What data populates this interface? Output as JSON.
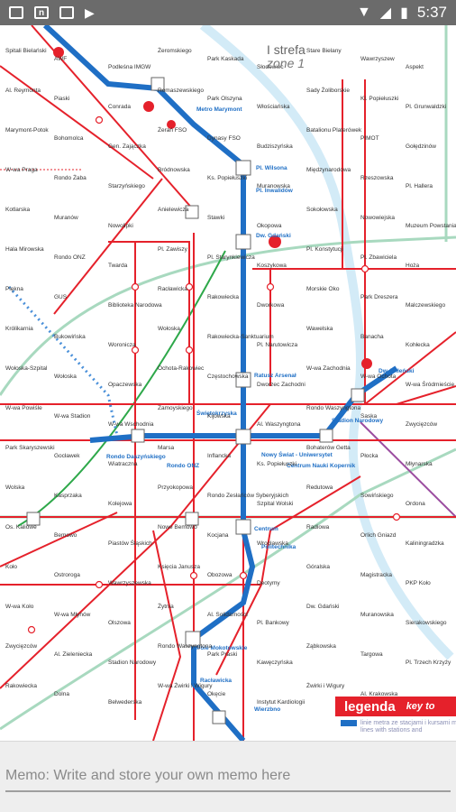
{
  "status_bar": {
    "time": "5:37",
    "icons": [
      "image-icon",
      "n-app-icon",
      "mail-icon",
      "play-store-icon",
      "wifi-icon",
      "signal-icon",
      "battery-icon"
    ]
  },
  "map": {
    "zone_title": "I strefa",
    "zone_en": "zone 1",
    "legend_title": "legenda",
    "legend_en": "key to",
    "legend_note": "linie metra ze stacjami i kursami metro lines with stations and",
    "colors": {
      "metro": "#1f6fc5",
      "tram": "#e5212b",
      "rail": "#9ad2b5",
      "river": "#c8e6f5",
      "skm": "#2ea84a",
      "wkd": "#9b4da0"
    },
    "stations_metro": [
      "Metro Marymont",
      "Pl. Wilsona",
      "Pl. Inwalidów",
      "Dw. Gdański",
      "Ratusz Arsenał",
      "Świętokrzyska",
      "Centrum",
      "Pole Mokotowskie",
      "Racławicka",
      "Stadion Narodowy",
      "Dw. Wileński",
      "Nowy Świat - Uniwersytet",
      "Centrum Nauki Kopernik",
      "Rondo ONZ",
      "Rondo Daszyńskiego",
      "Politechnika",
      "Wierzbno"
    ],
    "labels": [
      "Spitali Bielański",
      "AWF",
      "Podleśna IMGW",
      "Żeromskiego",
      "Park Kaskada",
      "Słodowiec",
      "Stare Bielany",
      "Wawrzyszew",
      "Aspekt",
      "Al. Reymonta",
      "Piaski",
      "Conrada",
      "Romaszewskiego",
      "Park Olszyna",
      "Włościańska",
      "Sady Żoliborskie",
      "Kl. Popiełuszki",
      "Pl. Grunwaldzki",
      "Marymont-Potok",
      "Bohomolca",
      "Gen. Zajączka",
      "Żerań FSO",
      "Dynasy FSO",
      "Budziszyńska",
      "Batalionu Platerówek",
      "PIMOT",
      "Gołędzinów",
      "W-wa Praga",
      "Rondo Żaba",
      "Starzyńskiego",
      "Bródnowska",
      "Ks. Popiełuszki",
      "Muranowska",
      "Międzynarodowa",
      "Rzeszowska",
      "Pl. Hallera",
      "Kotlarska",
      "Muranów",
      "Nowolipki",
      "Anielewicza",
      "Stawki",
      "Okopowa",
      "Sokołowska",
      "Nowowiejska",
      "Muzeum Powstania Warszawskiego",
      "Hala Mirowska",
      "Rondo ONZ",
      "Twarda",
      "Pl. Zawiszy",
      "Pl. Starynkiewicza",
      "Koszykowa",
      "Pl. Konstytucji",
      "Pl. Zbawiciela",
      "Hoża",
      "Piękna",
      "GUS",
      "Biblioteka Narodowa",
      "Racławicka",
      "Rakowiecka",
      "Dworkowa",
      "Morskie Oko",
      "Park Dreszera",
      "Malczewskiego",
      "Królikarnia",
      "Bukowińska",
      "Woronicza",
      "Wołoska",
      "Rakowiecka-Sanktuarium",
      "Pl. Narutowicza",
      "Wawelska",
      "Banacha",
      "Kohłecka",
      "Wołoska-Szpital",
      "Wołoska",
      "Opaczewska",
      "Ochota-Rakowiec",
      "Częstochowska",
      "Dworzec Zachodni",
      "W-wa Zachodnia",
      "W-wa Ochota",
      "W-wa Śródmieście",
      "W-wa Powiśle",
      "W-wa Stadion",
      "W-wa Wschodnia",
      "Zamoyskiego",
      "Kijowska",
      "Al. Waszyngtona",
      "Rondo Waszyngtona",
      "Saska",
      "Zwycięzców",
      "Park Skaryszewski",
      "Gocławek",
      "Wiatraczna",
      "Marsa",
      "Inflancka",
      "Ks. Popiełuszki",
      "Bohaterów Getta",
      "Płocka",
      "Młynarska",
      "Wolska",
      "Kasprzaka",
      "Kolejowa",
      "Przyokopowa",
      "Rondo Zesłańców Syberyjskich",
      "Szpital Wolski",
      "Redutowa",
      "Sowińskiego",
      "Ordona",
      "Os. Kaliowe",
      "Bemowo",
      "Piastów Śląskich",
      "Nowe Bemowo",
      "Kocjana",
      "Wrocławska",
      "Radiowa",
      "Orlich Gniazd",
      "Kaliningradzka",
      "Koło",
      "Ostroroga",
      "Wawrzyszewska",
      "Księcia Janusza",
      "Obozowa",
      "Deotymy",
      "Góralska",
      "Magistracka",
      "PKP Koło",
      "W-wa Koło",
      "W-wa Młynów",
      "Olszowa",
      "Żytnia",
      "Al. Solidarności",
      "Pl. Bankowy",
      "Dw. Gdański",
      "Muranowska",
      "Sierakowskiego",
      "Zwycięzców",
      "Al. Zieleniecka",
      "Stadion Narodowy",
      "Rondo Waszyngtona",
      "Park Praski",
      "Kawęczyńska",
      "Ząbkowska",
      "Targowa",
      "Pl. Trzech Krzyży",
      "Rakowiecka",
      "Dolna",
      "Belwederska",
      "W-wa Żwirki i Wigury",
      "Okęcie",
      "Instytut Kardiologii",
      "Żwirki i Wigury",
      "Al. Krakowska"
    ]
  },
  "memo": {
    "placeholder": "Memo: Write and store your own memo here",
    "value": ""
  }
}
